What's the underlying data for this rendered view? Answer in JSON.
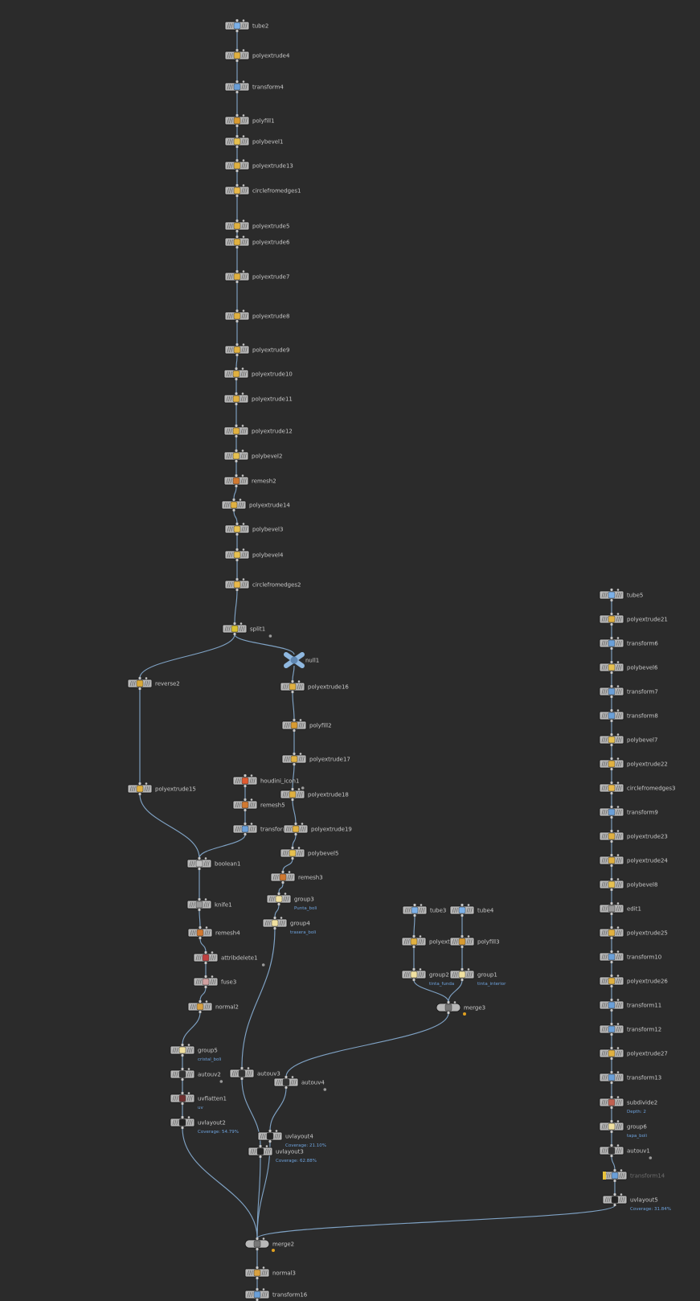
{
  "colors": {
    "background": "#2b2b2b",
    "wire": "#7fa2c4",
    "node_body": "#b8b8b8",
    "label": "#c9c9c9",
    "sublabel": "#6ea3de",
    "bypass": "#e8c23a"
  },
  "nodes": [
    {
      "id": "tube2",
      "label": "tube2",
      "icon": "tube-icon"
    },
    {
      "id": "polyextrude4",
      "label": "polyextrude4",
      "icon": "polyextrude-icon"
    },
    {
      "id": "transform4",
      "label": "transform4",
      "icon": "transform-icon"
    },
    {
      "id": "polyfill1",
      "label": "polyfill1",
      "icon": "polyfill-icon"
    },
    {
      "id": "polybevel1",
      "label": "polybevel1",
      "icon": "polybevel-icon"
    },
    {
      "id": "polyextrude13",
      "label": "polyextrude13",
      "icon": "polyextrude-icon"
    },
    {
      "id": "circlefromedges1",
      "label": "circlefromedges1",
      "icon": "circlefromedges-icon"
    },
    {
      "id": "polyextrude5",
      "label": "polyextrude5",
      "icon": "polyextrude-icon"
    },
    {
      "id": "polyextrude6",
      "label": "polyextrude6",
      "icon": "polyextrude-icon"
    },
    {
      "id": "polyextrude7",
      "label": "polyextrude7",
      "icon": "polyextrude-icon"
    },
    {
      "id": "polyextrude8",
      "label": "polyextrude8",
      "icon": "polyextrude-icon"
    },
    {
      "id": "polyextrude9",
      "label": "polyextrude9",
      "icon": "polyextrude-icon"
    },
    {
      "id": "polyextrude10",
      "label": "polyextrude10",
      "icon": "polyextrude-icon"
    },
    {
      "id": "polyextrude11",
      "label": "polyextrude11",
      "icon": "polyextrude-icon"
    },
    {
      "id": "polyextrude12",
      "label": "polyextrude12",
      "icon": "polyextrude-icon"
    },
    {
      "id": "polybevel2",
      "label": "polybevel2",
      "icon": "polybevel-icon"
    },
    {
      "id": "remesh2",
      "label": "remesh2",
      "icon": "remesh-icon"
    },
    {
      "id": "polyextrude14",
      "label": "polyextrude14",
      "icon": "polyextrude-icon"
    },
    {
      "id": "polybevel3",
      "label": "polybevel3",
      "icon": "polybevel-icon"
    },
    {
      "id": "polybevel4",
      "label": "polybevel4",
      "icon": "polybevel-icon"
    },
    {
      "id": "circlefromedges2",
      "label": "circlefromedges2",
      "icon": "circlefromedges-icon"
    },
    {
      "id": "split1",
      "label": "split1",
      "icon": "split-icon"
    },
    {
      "id": "null1",
      "label": "null1",
      "icon": "null-icon"
    },
    {
      "id": "reverse2",
      "label": "reverse2",
      "icon": "reverse-icon"
    },
    {
      "id": "polyextrude16",
      "label": "polyextrude16",
      "icon": "polyextrude-icon"
    },
    {
      "id": "polyfill2",
      "label": "polyfill2",
      "icon": "polyfill-icon"
    },
    {
      "id": "polyextrude17",
      "label": "polyextrude17",
      "icon": "polyextrude-icon"
    },
    {
      "id": "houdini_icon1",
      "label": "houdini_icon1",
      "icon": "houdini-logo-icon"
    },
    {
      "id": "polyextrude18",
      "label": "polyextrude18",
      "icon": "polyextrude-icon"
    },
    {
      "id": "polyextrude15",
      "label": "polyextrude15",
      "icon": "polyextrude-icon"
    },
    {
      "id": "remesh5",
      "label": "remesh5",
      "icon": "remesh-icon"
    },
    {
      "id": "transform5",
      "label": "transform",
      "icon": "transform-icon"
    },
    {
      "id": "polyextrude19",
      "label": "polyextrude19",
      "icon": "polyextrude-icon"
    },
    {
      "id": "polybevel5",
      "label": "polybevel5",
      "icon": "polybevel-icon"
    },
    {
      "id": "boolean1",
      "label": "boolean1",
      "icon": "boolean-icon"
    },
    {
      "id": "remesh3",
      "label": "remesh3",
      "icon": "remesh-icon"
    },
    {
      "id": "group3",
      "label": "group3",
      "sub": "Punta_boli",
      "icon": "group-icon"
    },
    {
      "id": "knife1",
      "label": "knife1",
      "icon": "knife-icon"
    },
    {
      "id": "group4",
      "label": "group4",
      "sub": "trasera_boli",
      "icon": "group-icon"
    },
    {
      "id": "tube3",
      "label": "tube3",
      "icon": "tube-icon"
    },
    {
      "id": "tube4",
      "label": "tube4",
      "icon": "tube-icon"
    },
    {
      "id": "remesh4",
      "label": "remesh4",
      "icon": "remesh-icon"
    },
    {
      "id": "polyextrude20",
      "label": "polyextru",
      "icon": "polyextrude-icon"
    },
    {
      "id": "polyfill3",
      "label": "polyfill3",
      "icon": "polyfill-icon"
    },
    {
      "id": "attribdelete1",
      "label": "attribdelete1",
      "icon": "attribdelete-icon"
    },
    {
      "id": "group2",
      "label": "group2",
      "sub": "tinta_funda",
      "icon": "group-icon"
    },
    {
      "id": "group1",
      "label": "group1",
      "sub": "tinta_interior",
      "icon": "group-icon"
    },
    {
      "id": "fuse3",
      "label": "fuse3",
      "icon": "fuse-icon"
    },
    {
      "id": "merge3",
      "label": "merge3",
      "icon": "merge-icon"
    },
    {
      "id": "normal2",
      "label": "normal2",
      "icon": "normal-icon"
    },
    {
      "id": "group5",
      "label": "group5",
      "sub": "cristal_boli",
      "icon": "group-icon"
    },
    {
      "id": "autouv2",
      "label": "autouv2",
      "icon": "autouv-icon"
    },
    {
      "id": "autouv3",
      "label": "autouv3",
      "icon": "autouv-icon"
    },
    {
      "id": "autouv4",
      "label": "autouv4",
      "icon": "autouv-icon"
    },
    {
      "id": "uvflatten1",
      "label": "uvflatten1",
      "sub": "uv",
      "icon": "uvflatten-icon"
    },
    {
      "id": "uvlayout2",
      "label": "uvlayout2",
      "sub": "Coverage: 54.79%",
      "icon": "uvlayout-icon"
    },
    {
      "id": "uvlayout4",
      "label": "uvlayout4",
      "sub": "Coverage: 21.10%",
      "icon": "uvlayout-icon"
    },
    {
      "id": "uvlayout3",
      "label": "uvlayout3",
      "sub": "Coverage: 62.88%",
      "icon": "uvlayout-icon"
    },
    {
      "id": "merge2",
      "label": "merge2",
      "icon": "merge-icon"
    },
    {
      "id": "normal3",
      "label": "normal3",
      "icon": "normal-icon"
    },
    {
      "id": "transform16",
      "label": "transform16",
      "icon": "transform-icon"
    },
    {
      "id": "tube5",
      "label": "tube5",
      "icon": "tube-icon"
    },
    {
      "id": "polyextrude21",
      "label": "polyextrude21",
      "icon": "polyextrude-icon"
    },
    {
      "id": "transform6",
      "label": "transform6",
      "icon": "transform-icon"
    },
    {
      "id": "polybevel6",
      "label": "polybevel6",
      "icon": "polybevel-icon"
    },
    {
      "id": "transform7",
      "label": "transform7",
      "icon": "transform-icon"
    },
    {
      "id": "transform8",
      "label": "transform8",
      "icon": "transform-icon"
    },
    {
      "id": "polybevel7",
      "label": "polybevel7",
      "icon": "polybevel-icon"
    },
    {
      "id": "polyextrude22",
      "label": "polyextrude22",
      "icon": "polyextrude-icon"
    },
    {
      "id": "circlefromedges3",
      "label": "circlefromedges3",
      "icon": "circlefromedges-icon"
    },
    {
      "id": "transform9",
      "label": "transform9",
      "icon": "transform-icon"
    },
    {
      "id": "polyextrude23",
      "label": "polyextrude23",
      "icon": "polyextrude-icon"
    },
    {
      "id": "polyextrude24",
      "label": "polyextrude24",
      "icon": "polyextrude-icon"
    },
    {
      "id": "polybevel8",
      "label": "polybevel8",
      "icon": "polybevel-icon"
    },
    {
      "id": "edit1",
      "label": "edit1",
      "icon": "edit-icon"
    },
    {
      "id": "polyextrude25",
      "label": "polyextrude25",
      "icon": "polyextrude-icon"
    },
    {
      "id": "transform10",
      "label": "transform10",
      "icon": "transform-icon"
    },
    {
      "id": "polyextrude26",
      "label": "polyextrude26",
      "icon": "polyextrude-icon"
    },
    {
      "id": "transform11",
      "label": "transform11",
      "icon": "transform-icon"
    },
    {
      "id": "transform12",
      "label": "transform12",
      "icon": "transform-icon"
    },
    {
      "id": "polyextrude27",
      "label": "polyextrude27",
      "icon": "polyextrude-icon"
    },
    {
      "id": "transform13",
      "label": "transform13",
      "icon": "transform-icon"
    },
    {
      "id": "subdivide2",
      "label": "subdivide2",
      "sub": "Depth: 2",
      "icon": "subdivide-icon"
    },
    {
      "id": "group6",
      "label": "group6",
      "sub": "tapa_boli",
      "icon": "group-icon"
    },
    {
      "id": "autouv1",
      "label": "autouv1",
      "icon": "autouv-icon"
    },
    {
      "id": "transform14",
      "label": "transform14",
      "icon": "transform-icon",
      "bypassed": true
    },
    {
      "id": "uvlayout5",
      "label": "uvlayout5",
      "sub": "Coverage: 31.84%",
      "icon": "uvlayout-icon"
    }
  ],
  "connections": [
    [
      "tube2",
      "polyextrude4"
    ],
    [
      "polyextrude4",
      "transform4"
    ],
    [
      "transform4",
      "polyfill1"
    ],
    [
      "polyfill1",
      "polybevel1"
    ],
    [
      "polybevel1",
      "polyextrude13"
    ],
    [
      "polyextrude13",
      "circlefromedges1"
    ],
    [
      "circlefromedges1",
      "polyextrude5"
    ],
    [
      "polyextrude5",
      "polyextrude6"
    ],
    [
      "polyextrude6",
      "polyextrude7"
    ],
    [
      "polyextrude7",
      "polyextrude8"
    ],
    [
      "polyextrude8",
      "polyextrude9"
    ],
    [
      "polyextrude9",
      "polyextrude10"
    ],
    [
      "polyextrude10",
      "polyextrude11"
    ],
    [
      "polyextrude11",
      "polyextrude12"
    ],
    [
      "polyextrude12",
      "polybevel2"
    ],
    [
      "polybevel2",
      "remesh2"
    ],
    [
      "remesh2",
      "polyextrude14"
    ],
    [
      "polyextrude14",
      "polybevel3"
    ],
    [
      "polybevel3",
      "polybevel4"
    ],
    [
      "polybevel4",
      "circlefromedges2"
    ],
    [
      "circlefromedges2",
      "split1"
    ],
    [
      "split1",
      "reverse2"
    ],
    [
      "split1",
      "null1"
    ],
    [
      "reverse2",
      "polyextrude15"
    ],
    [
      "null1",
      "polyextrude16"
    ],
    [
      "polyextrude16",
      "polyfill2"
    ],
    [
      "polyfill2",
      "polyextrude17"
    ],
    [
      "polyextrude17",
      "polyextrude18"
    ],
    [
      "polyextrude18",
      "polyextrude19"
    ],
    [
      "polyextrude19",
      "polybevel5"
    ],
    [
      "polybevel5",
      "remesh3"
    ],
    [
      "remesh3",
      "group3"
    ],
    [
      "group3",
      "group4"
    ],
    [
      "houdini_icon1",
      "remesh5"
    ],
    [
      "remesh5",
      "transform5"
    ],
    [
      "polyextrude15",
      "boolean1"
    ],
    [
      "transform5",
      "boolean1"
    ],
    [
      "boolean1",
      "knife1"
    ],
    [
      "knife1",
      "remesh4"
    ],
    [
      "remesh4",
      "attribdelete1"
    ],
    [
      "attribdelete1",
      "fuse3"
    ],
    [
      "fuse3",
      "normal2"
    ],
    [
      "normal2",
      "group5"
    ],
    [
      "group5",
      "autouv2"
    ],
    [
      "autouv2",
      "uvflatten1"
    ],
    [
      "uvflatten1",
      "uvlayout2"
    ],
    [
      "group4",
      "autouv3"
    ],
    [
      "autouv3",
      "uvlayout3"
    ],
    [
      "tube3",
      "polyextrude20"
    ],
    [
      "polyextrude20",
      "group2"
    ],
    [
      "tube4",
      "polyfill3"
    ],
    [
      "polyfill3",
      "group1"
    ],
    [
      "group2",
      "merge3"
    ],
    [
      "group1",
      "merge3"
    ],
    [
      "merge3",
      "autouv4"
    ],
    [
      "autouv4",
      "uvlayout4"
    ],
    [
      "uvlayout2",
      "merge2"
    ],
    [
      "uvlayout3",
      "merge2"
    ],
    [
      "uvlayout4",
      "merge2"
    ],
    [
      "uvlayout5",
      "merge2"
    ],
    [
      "merge2",
      "normal3"
    ],
    [
      "normal3",
      "transform16"
    ],
    [
      "tube5",
      "polyextrude21"
    ],
    [
      "polyextrude21",
      "transform6"
    ],
    [
      "transform6",
      "polybevel6"
    ],
    [
      "polybevel6",
      "transform7"
    ],
    [
      "transform7",
      "transform8"
    ],
    [
      "transform8",
      "polybevel7"
    ],
    [
      "polybevel7",
      "polyextrude22"
    ],
    [
      "polyextrude22",
      "circlefromedges3"
    ],
    [
      "circlefromedges3",
      "transform9"
    ],
    [
      "transform9",
      "polyextrude23"
    ],
    [
      "polyextrude23",
      "polyextrude24"
    ],
    [
      "polyextrude24",
      "polybevel8"
    ],
    [
      "polybevel8",
      "edit1"
    ],
    [
      "edit1",
      "polyextrude25"
    ],
    [
      "polyextrude25",
      "transform10"
    ],
    [
      "transform10",
      "polyextrude26"
    ],
    [
      "polyextrude26",
      "transform11"
    ],
    [
      "transform11",
      "transform12"
    ],
    [
      "transform12",
      "polyextrude27"
    ],
    [
      "polyextrude27",
      "transform13"
    ],
    [
      "transform13",
      "subdivide2"
    ],
    [
      "subdivide2",
      "group6"
    ],
    [
      "group6",
      "autouv1"
    ],
    [
      "autouv1",
      "transform14"
    ],
    [
      "transform14",
      "uvlayout5"
    ]
  ]
}
